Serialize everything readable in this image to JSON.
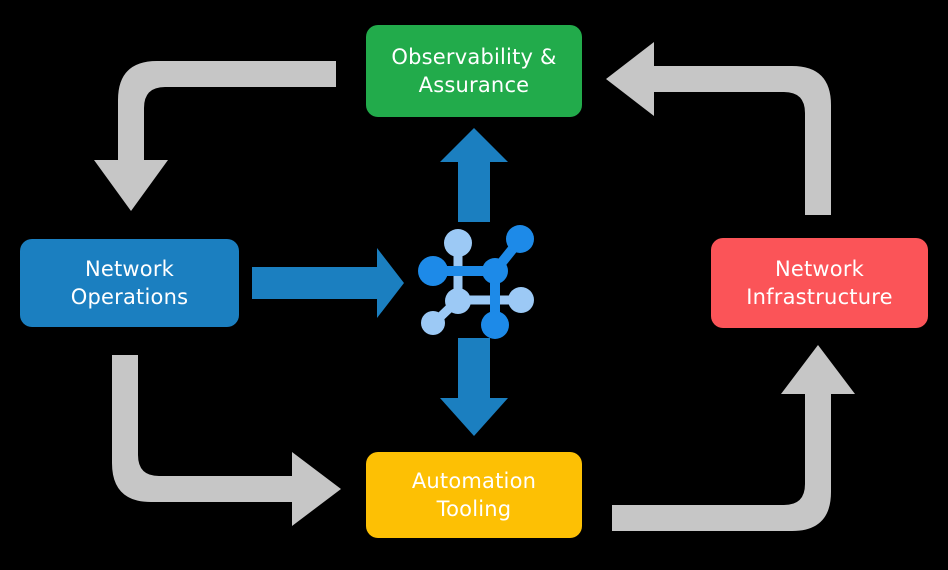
{
  "diagram": {
    "title": "Network operations lifecycle cycle diagram",
    "background_color": "#000000",
    "center_icon": {
      "name": "network-topology-icon",
      "dark_blue": "#1b7fc0",
      "bright_blue": "#1d8ae8",
      "light_blue": "#9cc9f5"
    },
    "nodes": [
      {
        "id": "observability",
        "label": "Observability &\nAssurance",
        "color": "#22ab4b",
        "text_color": "#ffffff",
        "position": "top"
      },
      {
        "id": "network-operations",
        "label": "Network\nOperations",
        "color": "#1b7fc0",
        "text_color": "#ffffff",
        "position": "left"
      },
      {
        "id": "network-infrastructure",
        "label": "Network\nInfrastructure",
        "color": "#fb5458",
        "text_color": "#ffffff",
        "position": "right"
      },
      {
        "id": "automation",
        "label": "Automation\nTooling",
        "color": "#fdc004",
        "text_color": "#ffffff",
        "position": "bottom"
      }
    ],
    "arrows": {
      "blue_color": "#1b7fc0",
      "gray_color": "#c6c6c6",
      "connectors": [
        {
          "id": "ops-to-center",
          "from": "network-operations",
          "to": "center",
          "color": "#1b7fc0",
          "direction": "right"
        },
        {
          "id": "center-to-observability",
          "from": "center",
          "to": "observability",
          "color": "#1b7fc0",
          "direction": "up"
        },
        {
          "id": "center-to-automation",
          "from": "center",
          "to": "automation",
          "color": "#1b7fc0",
          "direction": "down"
        },
        {
          "id": "observability-to-ops",
          "from": "observability",
          "to": "network-operations",
          "color": "#c6c6c6",
          "direction": "down"
        },
        {
          "id": "ops-to-automation",
          "from": "network-operations",
          "to": "automation",
          "color": "#c6c6c6",
          "direction": "right"
        },
        {
          "id": "automation-to-infrastructure",
          "from": "automation",
          "to": "network-infrastructure",
          "color": "#c6c6c6",
          "direction": "up"
        },
        {
          "id": "infrastructure-to-observability",
          "from": "network-infrastructure",
          "to": "observability",
          "color": "#c6c6c6",
          "direction": "left"
        }
      ]
    }
  }
}
